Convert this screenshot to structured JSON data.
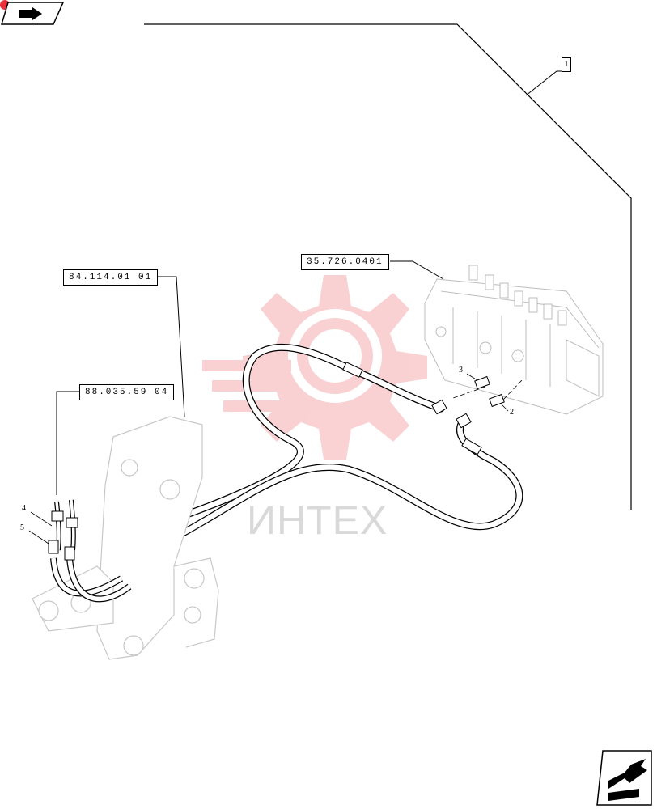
{
  "callouts": {
    "assembly_ref_1": "84.114.01 01",
    "assembly_ref_2": "88.035.59 04",
    "valve_ref": "35.726.0401",
    "sheet_item": "1"
  },
  "item_numbers": {
    "item_2": "2",
    "item_3": "3",
    "item_4": "4",
    "item_5": "5"
  },
  "watermark": {
    "text": "ИНТЕХ",
    "color": "#e8323c"
  },
  "icons": {
    "top_left": "arrow-box-icon",
    "bottom_right": "next-page-arrow-icon"
  }
}
